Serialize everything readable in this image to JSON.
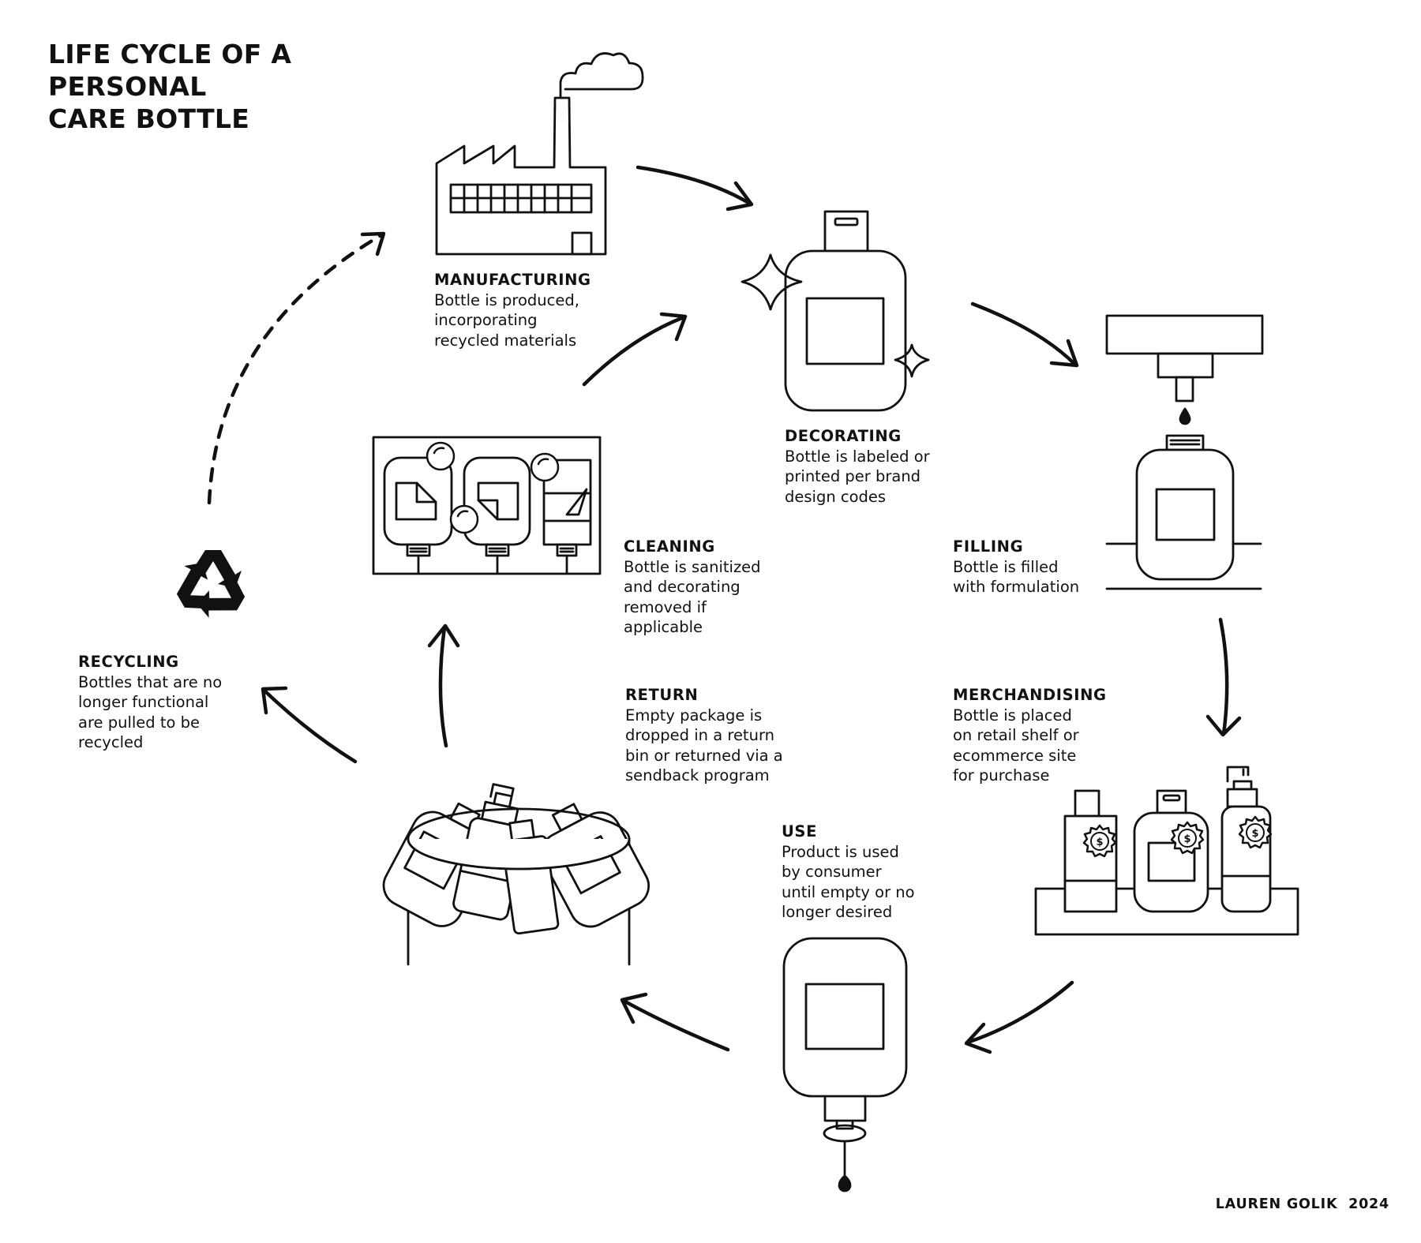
{
  "title": {
    "lines": [
      "LIFE CYCLE OF A PERSONAL",
      "CARE BOTTLE"
    ]
  },
  "stages": {
    "manufacturing": {
      "title": "MANUFACTURING",
      "lines": [
        "Bottle is produced,",
        "incorporating",
        "recycled materials"
      ]
    },
    "decorating": {
      "title": "DECORATING",
      "lines": [
        "Bottle is labeled or",
        "printed per brand",
        "design codes"
      ]
    },
    "filling": {
      "title": "FILLING",
      "lines": [
        "Bottle is filled",
        "with formulation"
      ]
    },
    "merchandising": {
      "title": "MERCHANDISING",
      "lines": [
        "Bottle is placed",
        "on retail shelf or",
        "ecommerce site",
        "for purchase"
      ],
      "price_symbol": "$"
    },
    "use": {
      "title": "USE",
      "lines": [
        "Product is used",
        "by consumer",
        "until empty or no",
        "longer desired"
      ]
    },
    "return": {
      "title": "RETURN",
      "lines": [
        "Empty package is",
        "dropped in a return",
        "bin or returned via a",
        "sendback program"
      ]
    },
    "cleaning": {
      "title": "CLEANING",
      "lines": [
        "Bottle is sanitized",
        "and decorating",
        "removed if",
        "applicable"
      ]
    },
    "recycling": {
      "title": "RECYCLING",
      "lines": [
        "Bottles that are no",
        "longer functional",
        "are pulled to be",
        "recycled"
      ]
    }
  },
  "credit": "LAUREN GOLIK  2024",
  "icons": {
    "manufacturing": "factory-icon",
    "decorating": "sparkling-bottle-icon",
    "filling": "filling-machine-icon",
    "merchandising": "retail-shelf-icon",
    "use": "pump-bottle-icon",
    "return": "return-bin-icon",
    "cleaning": "cleaning-tank-icon",
    "recycling": "recycle-symbol-icon"
  },
  "colors": {
    "ink": "#111111",
    "background": "#ffffff"
  }
}
